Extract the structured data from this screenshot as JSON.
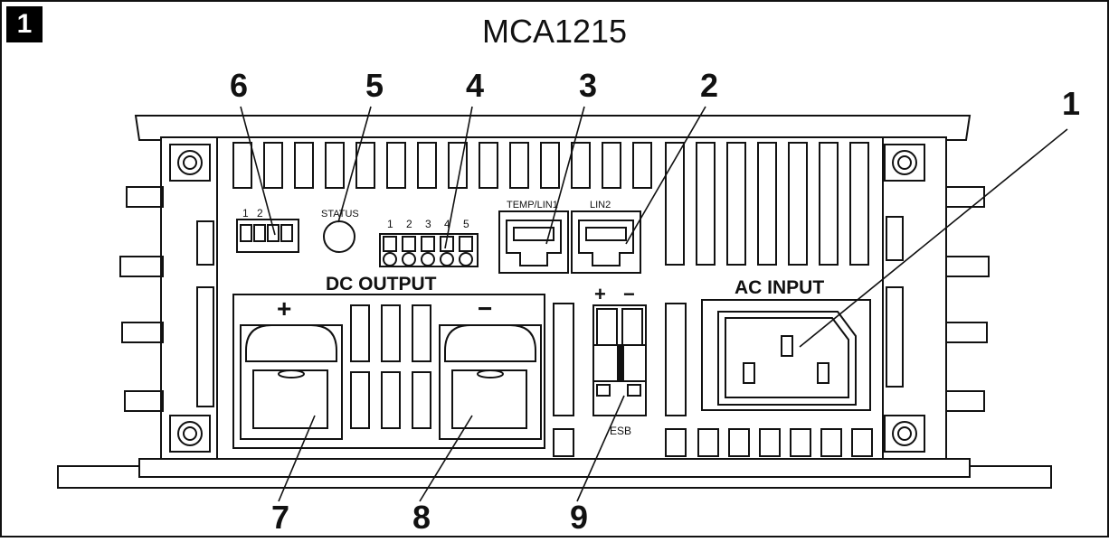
{
  "figure_number": "1",
  "title": "MCA1215",
  "panel_labels": {
    "dip_numbers": [
      "1",
      "2"
    ],
    "status": "STATUS",
    "terminal_numbers": [
      "1",
      "2",
      "3",
      "4",
      "5"
    ],
    "temp_lin1": "TEMP/LIN1",
    "lin2": "LIN2",
    "dc_output": "DC OUTPUT",
    "ac_input": "AC INPUT",
    "esb": "ESB",
    "plus": "+",
    "minus": "−"
  },
  "callouts": [
    "1",
    "2",
    "3",
    "4",
    "5",
    "6",
    "7",
    "8",
    "9"
  ]
}
